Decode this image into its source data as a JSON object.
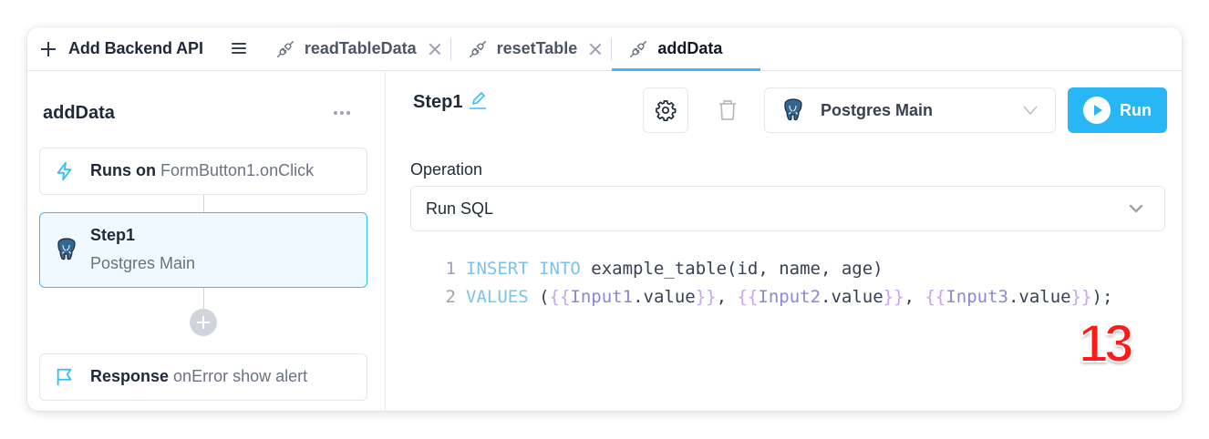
{
  "tabbar": {
    "add_api_label": "Add Backend API",
    "tabs": [
      {
        "label": "readTableData",
        "active": false,
        "closable": true
      },
      {
        "label": "resetTable",
        "active": false,
        "closable": true
      },
      {
        "label": "addData",
        "active": true,
        "closable": false
      }
    ]
  },
  "left_panel": {
    "title": "addData",
    "trigger": {
      "label": "Runs on",
      "value": "FormButton1.onClick"
    },
    "step": {
      "title": "Step1",
      "resource": "Postgres Main"
    },
    "response": {
      "label": "Response",
      "value": "onError show alert"
    }
  },
  "right_panel": {
    "step_title": "Step1",
    "resource_select": {
      "selected": "Postgres Main"
    },
    "run_label": "Run",
    "operation": {
      "label": "Operation",
      "selected": "Run SQL"
    },
    "code": {
      "line_numbers": [
        "1",
        "2"
      ],
      "line1": {
        "kw1": "INSERT",
        "kw2": "INTO",
        "rest": " example_table(id, name, age)"
      },
      "line2": {
        "kw": "VALUES",
        "open": " (",
        "v1": "Input1",
        "v2": "Input2",
        "v3": "Input3",
        "prop": ".value",
        "sep": ", ",
        "close": ");"
      }
    }
  },
  "overlay_badge": "13",
  "colors": {
    "accent": "#38bdf8",
    "run_button": "#29b6f6",
    "selected_bg": "#f0f9ff",
    "sql_keyword": "#7cc3e8",
    "template_brace": "#c4a5f0",
    "badge": "#ff1a1a"
  }
}
